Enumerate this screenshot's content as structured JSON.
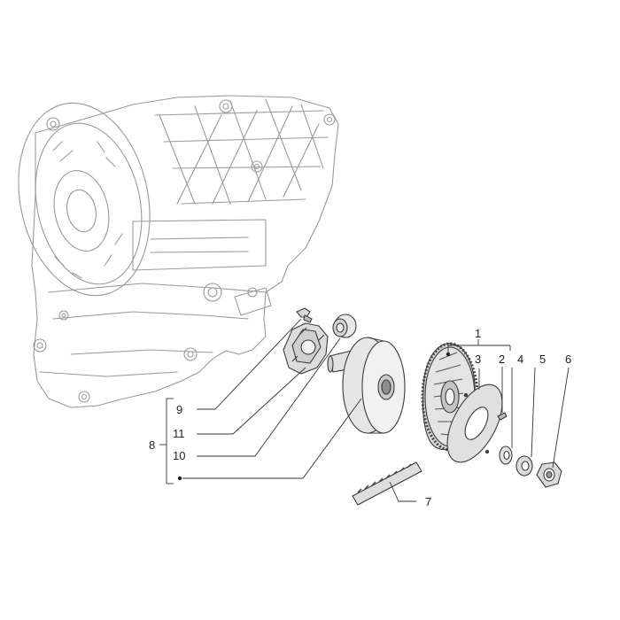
{
  "diagram": {
    "background": "#ffffff",
    "line_color": "#9a9a9a",
    "part_fill": "#e4e4e4",
    "part_dark": "#555555",
    "callouts": {
      "c1": "1",
      "c2": "2",
      "c3": "3",
      "c4": "4",
      "c5": "5",
      "c6": "6",
      "c7": "7",
      "c8": "8",
      "c9": "9",
      "c10": "10",
      "c11": "11"
    }
  }
}
